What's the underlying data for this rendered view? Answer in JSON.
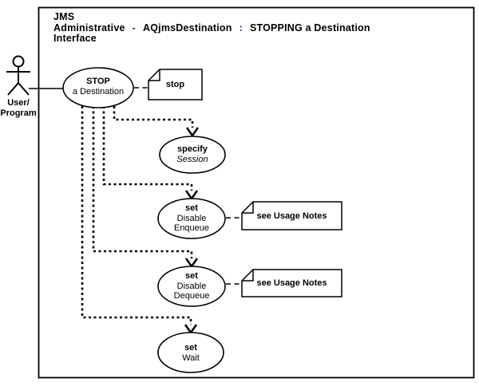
{
  "colors": {
    "ink": "#000000",
    "separator_navy": "#2e2e66",
    "background": "#ffffff"
  },
  "title": {
    "line1": "JMS",
    "line2_word1": "Administrative",
    "line2_sep1": "-",
    "line2_word2": "AQjmsDestination",
    "line2_sep2": ":",
    "line2_word3": "STOPPING a Destination",
    "line3": "Interface"
  },
  "actor": {
    "label_line1": "User/",
    "label_line2": "Program"
  },
  "use_cases": {
    "stop_destination": {
      "line1": "STOP",
      "line2": "a Destination"
    },
    "specify_session": {
      "line1": "specify",
      "line2": "Session"
    },
    "set_disable_enqueue": {
      "line1": "set",
      "line2": "Disable",
      "line3": "Enqueue"
    },
    "set_disable_dequeue": {
      "line1": "set",
      "line2": "Disable",
      "line3": "Dequeue"
    },
    "set_wait": {
      "line1": "set",
      "line2": "Wait"
    }
  },
  "notes": {
    "stop_note": "stop",
    "enqueue_usage_note": "see Usage Notes",
    "dequeue_usage_note": "see Usage Notes"
  }
}
